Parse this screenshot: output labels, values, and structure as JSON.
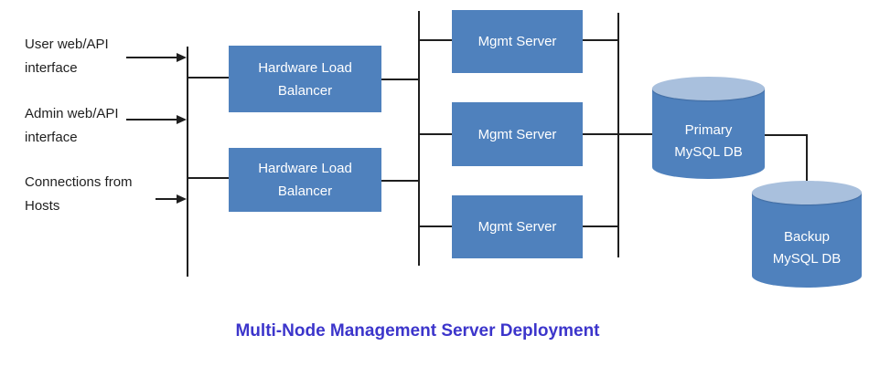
{
  "diagram": {
    "title": "Multi-Node Management Server Deployment",
    "inputs": [
      {
        "lines": [
          "User web/API",
          "interface"
        ]
      },
      {
        "lines": [
          "Admin web/API",
          "interface"
        ]
      },
      {
        "lines": [
          "Connections from",
          "Hosts"
        ]
      }
    ],
    "load_balancers": [
      {
        "lines": [
          "Hardware Load",
          "Balancer"
        ]
      },
      {
        "lines": [
          "Hardware Load",
          "Balancer"
        ]
      }
    ],
    "mgmt_servers": [
      {
        "label": "Mgmt Server"
      },
      {
        "label": "Mgmt Server"
      },
      {
        "label": "Mgmt Server"
      }
    ],
    "databases": [
      {
        "lines": [
          "Primary",
          "MySQL DB"
        ]
      },
      {
        "lines": [
          "Backup",
          "MySQL DB"
        ]
      }
    ],
    "colors": {
      "node_fill": "#4f81bd",
      "cylinder_top": "#a9c0dd",
      "node_text": "#ffffff",
      "title_text": "#3c35cb",
      "line": "#1f1f1f",
      "label_text": "#1f1f1f"
    }
  }
}
